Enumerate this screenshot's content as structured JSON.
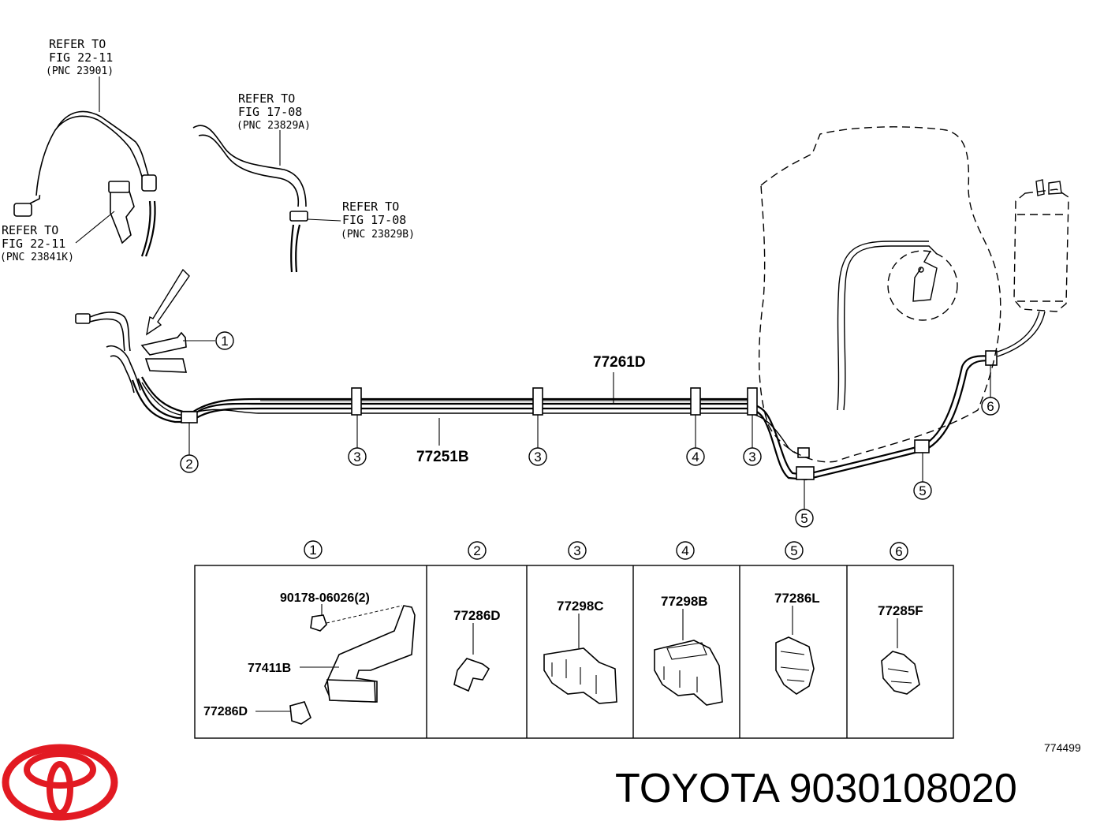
{
  "refs": [
    {
      "line1": "REFER TO",
      "line2": "FIG 22-11",
      "line3": "(PNC 23901)"
    },
    {
      "line1": "REFER TO",
      "line2": "FIG 17-08",
      "line3": "(PNC 23829A)"
    },
    {
      "line1": "REFER TO",
      "line2": "FIG 17-08",
      "line3": "(PNC 23829B)"
    },
    {
      "line1": "REFER TO",
      "line2": "FIG 22-11",
      "line3": "(PNC 23841K)"
    }
  ],
  "labels": {
    "pipe_upper": "77261D",
    "pipe_lower": "77251B"
  },
  "callouts": {
    "c1": "1",
    "c2": "2",
    "c3a": "3",
    "c3b": "3",
    "c3c": "3",
    "c4": "4",
    "c5a": "5",
    "c5b": "5",
    "c6": "6"
  },
  "parts_table": [
    {
      "num": "1",
      "parts": [
        "90178-06026(2)",
        "77411B",
        "77286D"
      ]
    },
    {
      "num": "2",
      "parts": [
        "77286D"
      ]
    },
    {
      "num": "3",
      "parts": [
        "77298C"
      ]
    },
    {
      "num": "4",
      "parts": [
        "77298B"
      ]
    },
    {
      "num": "5",
      "parts": [
        "77286L"
      ]
    },
    {
      "num": "6",
      "parts": [
        "77285F"
      ]
    }
  ],
  "diagram_id": "774499",
  "brand": {
    "title": "TOYOTA 9030108020",
    "logo_color": "#e21a22"
  }
}
